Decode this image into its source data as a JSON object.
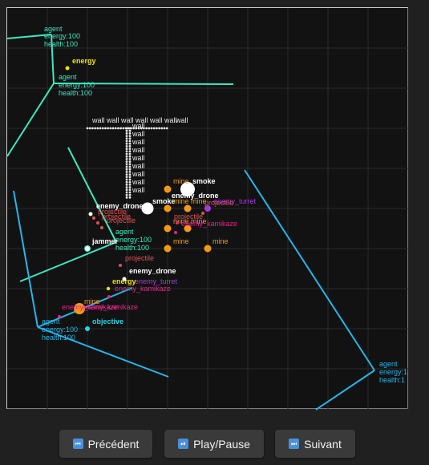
{
  "colors": {
    "background": "#202020",
    "arena": "#121212",
    "border": "#cfcfcf",
    "grid": "#2a2a2a",
    "agent_cyan": "#2ad4c8",
    "agent_green": "#3de8c2",
    "agent_blue": "#27b6ea",
    "mine": "#f39a12",
    "projectile": "#e05252",
    "kamikaze": "#e0268a",
    "turret": "#a638e0",
    "energy": "#f2e200",
    "drone": "#ffffff",
    "objective": "#22d8e8",
    "wall": "#e8e8e8"
  },
  "controls": {
    "prev": {
      "label": "Précédent",
      "icon": "rewind-icon",
      "glyph": "⏮"
    },
    "play": {
      "label": "Play/Pause",
      "icon": "play-pause-icon",
      "glyph": "⏯"
    },
    "next": {
      "label": "Suivant",
      "icon": "fast-forward-icon",
      "glyph": "⏭"
    }
  },
  "labels": {
    "agent": "agent",
    "energy_stat": "energy:100",
    "health_stat": "health:100",
    "energy_stat_cut": "energy:1",
    "health_stat_cut": "health:1",
    "energy": "energy",
    "mine": "mine",
    "mine_double": "mine mine",
    "smoke": "smoke",
    "enemy_drone": "enemy_drone",
    "enemy_turret": "enemy_turret",
    "enemy_kamikaze": "enemy_kamikaze",
    "projectile": "projectile",
    "jammer": "jammer",
    "objective": "objective",
    "wall": "wall"
  }
}
